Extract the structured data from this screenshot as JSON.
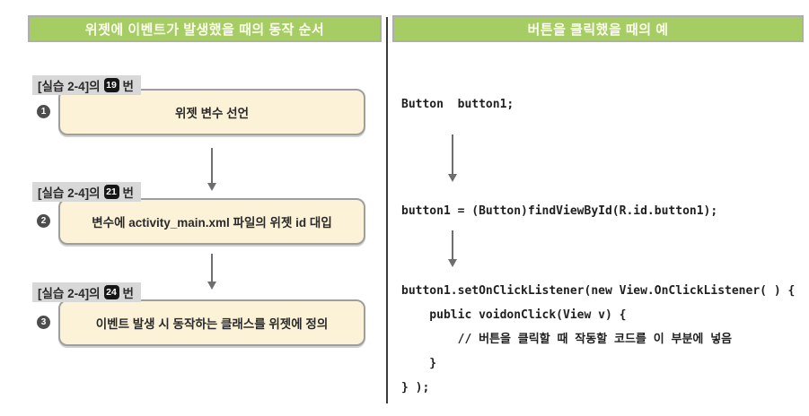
{
  "colors": {
    "header_green": "#a5cd63",
    "header_border": "#aeaeae",
    "box_cream": "#fcf2d7",
    "box_border": "#9e9e9e",
    "label_bg": "#d8d8d8",
    "badge_bg": "#161616",
    "step_circle": "#4d4d4d",
    "arrow": "#6e6e6e",
    "divider": "#3a3a3a",
    "code_color": "#1f1f1f",
    "text_dark": "#2a2a2a"
  },
  "left_panel": {
    "header": "위젯에 이벤트가 발생했을 때의 동작 순서",
    "steps": [
      {
        "label_prefix": "[실습 2-4]의",
        "label_number": "19",
        "label_suffix": "번",
        "step_number": "1",
        "box_text": "위젯 변수 선언"
      },
      {
        "label_prefix": "[실습 2-4]의",
        "label_number": "21",
        "label_suffix": "번",
        "step_number": "2",
        "box_text": "변수에 activity_main.xml 파일의 위젯 id 대입"
      },
      {
        "label_prefix": "[실습 2-4]의",
        "label_number": "24",
        "label_suffix": "번",
        "step_number": "3",
        "box_text": "이벤트 발생 시 동작하는 클래스를 위젯에 정의"
      }
    ]
  },
  "right_panel": {
    "header": "버튼을 클릭했을 때의 예",
    "code_step1": "Button  button1;",
    "code_step2": "button1 = (Button)findViewById(R.id.button1);",
    "code_step3_lines": [
      "button1.setOnClickListener(new View.OnClickListener( ) {",
      "    public voidonClick(View v) {",
      "        // 버튼을 클릭할 때 작동할 코드를 이 부분에 넣음",
      "    }",
      "} );"
    ]
  }
}
